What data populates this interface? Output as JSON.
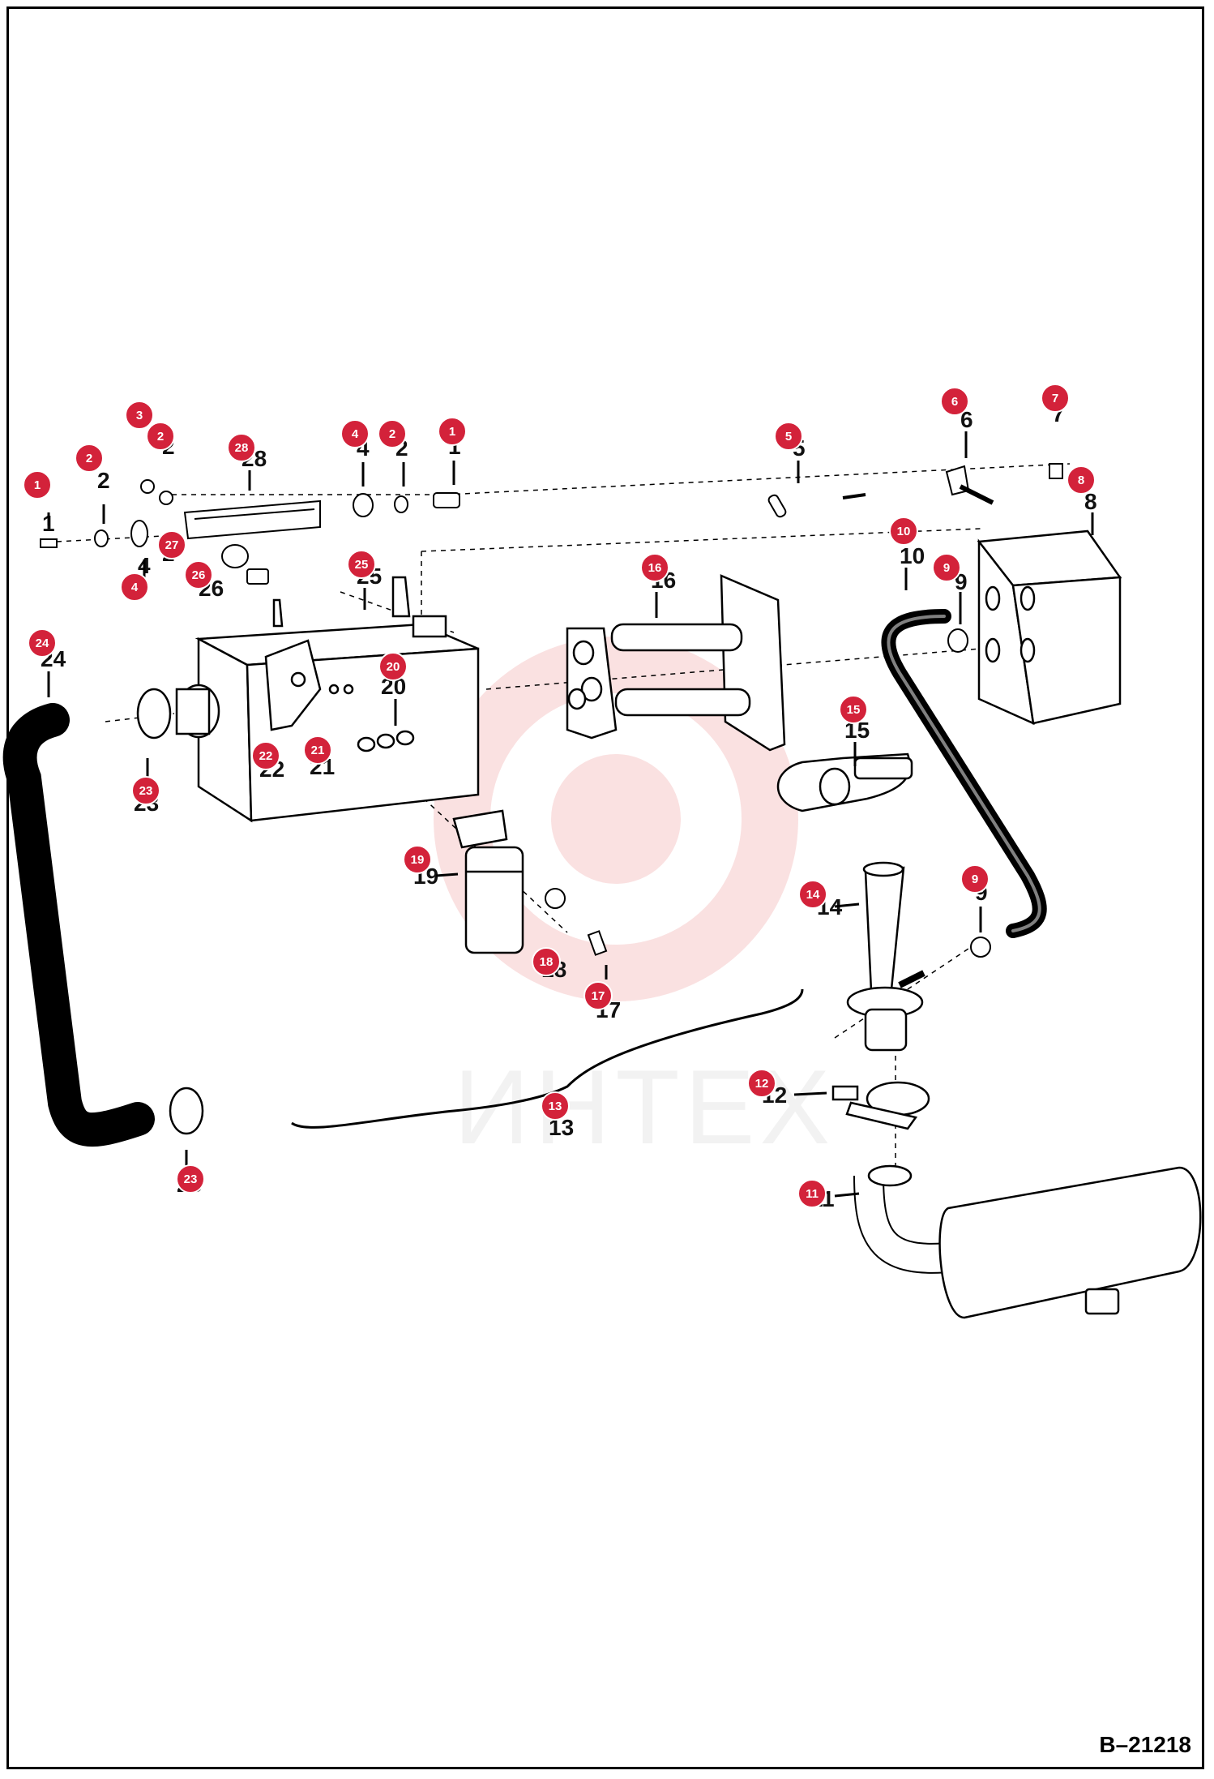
{
  "document": {
    "ref": "B–21218"
  },
  "watermark": {
    "text": "ИНТЕХ",
    "color": "#f6c9c9"
  },
  "colors": {
    "badge": "#d3223a",
    "line": "#000000"
  },
  "callouts": [
    {
      "n": "1"
    },
    {
      "n": "2"
    },
    {
      "n": "3"
    },
    {
      "n": "2"
    },
    {
      "n": "28"
    },
    {
      "n": "4"
    },
    {
      "n": "2"
    },
    {
      "n": "1"
    },
    {
      "n": "5"
    },
    {
      "n": "6"
    },
    {
      "n": "7"
    },
    {
      "n": "8"
    },
    {
      "n": "27"
    },
    {
      "n": "4"
    },
    {
      "n": "26"
    },
    {
      "n": "25"
    },
    {
      "n": "16"
    },
    {
      "n": "10"
    },
    {
      "n": "9"
    },
    {
      "n": "24"
    },
    {
      "n": "20"
    },
    {
      "n": "22"
    },
    {
      "n": "21"
    },
    {
      "n": "23"
    },
    {
      "n": "15"
    },
    {
      "n": "19"
    },
    {
      "n": "18"
    },
    {
      "n": "17"
    },
    {
      "n": "14"
    },
    {
      "n": "9"
    },
    {
      "n": "12"
    },
    {
      "n": "13"
    },
    {
      "n": "23"
    },
    {
      "n": "11"
    }
  ]
}
